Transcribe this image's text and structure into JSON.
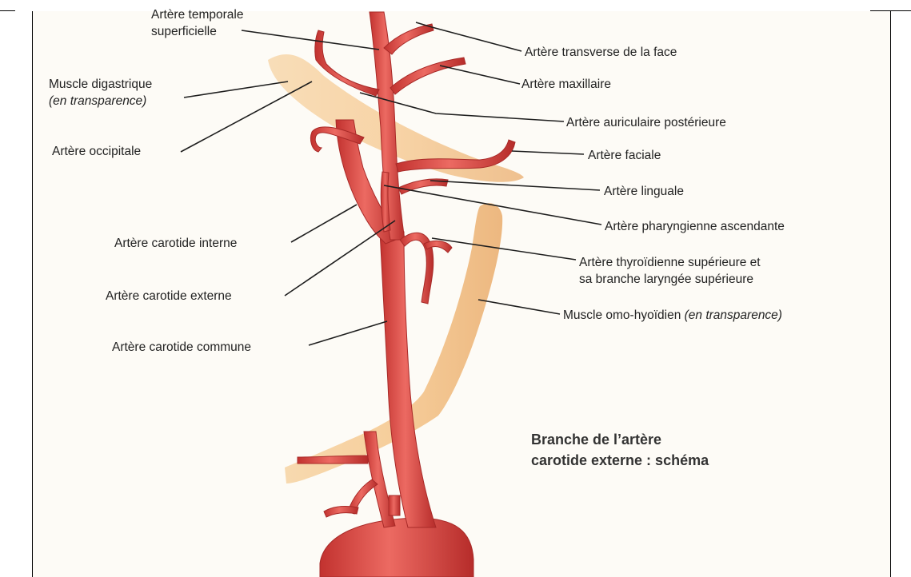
{
  "title": {
    "line1": "Branche de l’artère",
    "line2": "carotide externe : schéma"
  },
  "labels": {
    "temporale_1": "Artère temporale",
    "temporale_2": "superficielle",
    "transverse": "Artère transverse de la face",
    "maxillaire": "Artère maxillaire",
    "digastrique_1": "Muscle digastrique",
    "digastrique_2": "(en transparence)",
    "auriculaire": "Artère auriculaire postérieure",
    "occipitale": "Artère occipitale",
    "faciale": "Artère faciale",
    "linguale": "Artère linguale",
    "pharyngienne": "Artère pharyngienne ascendante",
    "carotide_interne": "Artère carotide interne",
    "thyroidienne_1": "Artère thyroïdienne supérieure et",
    "thyroidienne_2": "sa branche laryngée supérieure",
    "carotide_externe": "Artère carotide externe",
    "omo_hyoidien": "Muscle omo-hyoïdien ",
    "omo_hyoidien_italic": "(en transparence)",
    "carotide_commune": "Artère carotide commune"
  },
  "colors": {
    "artery": "#e0504c",
    "artery_dark": "#b8302e",
    "muscle": "#f3c48a",
    "muscle_dark": "#e3a868",
    "background": "#fdfbf6",
    "leader": "#1e1e1e"
  }
}
